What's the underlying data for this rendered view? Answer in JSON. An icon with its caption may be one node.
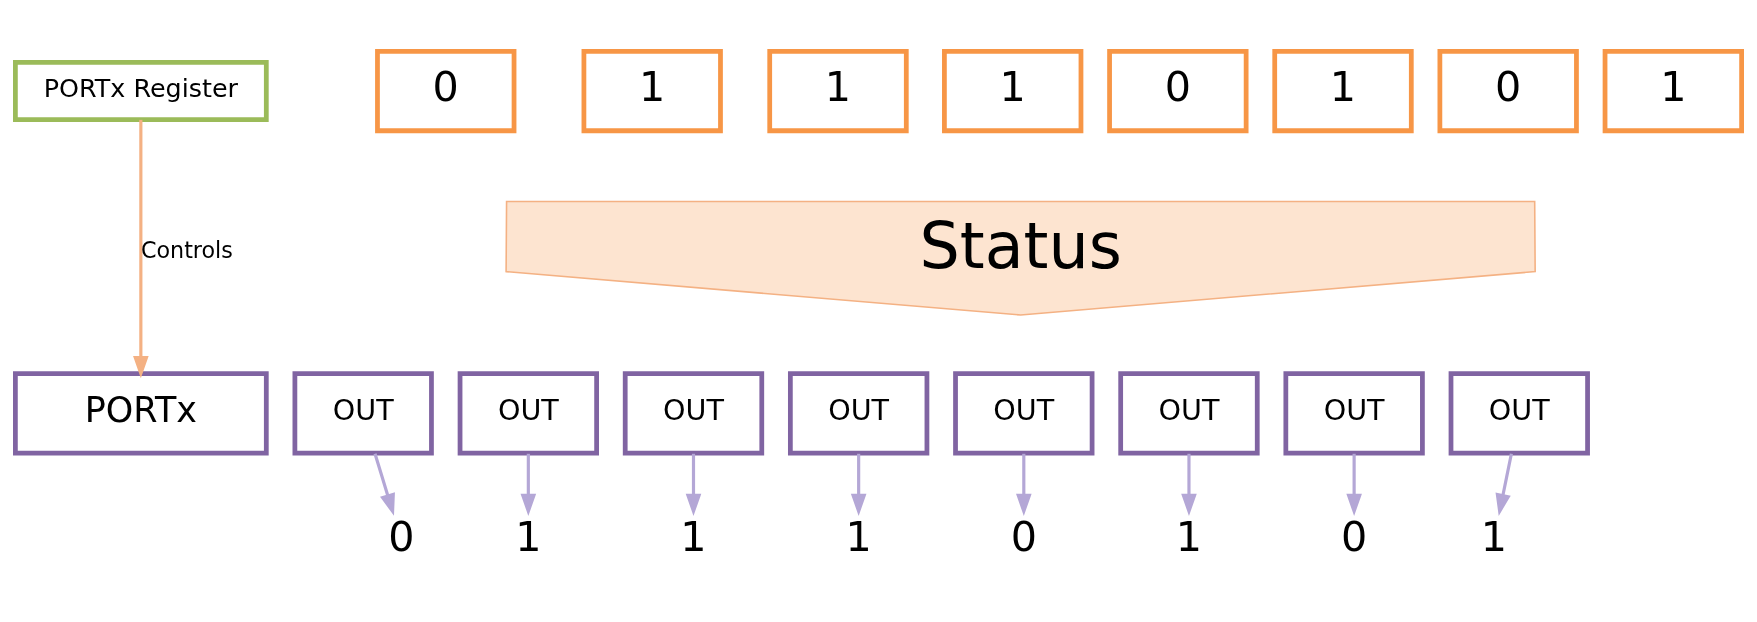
{
  "diagram": {
    "nodes": [
      {
        "text": [
          "PORTx Register"
        ]
      },
      {
        "text": [
          "0"
        ]
      },
      {
        "text": [
          "1"
        ]
      },
      {
        "text": [
          "1"
        ]
      },
      {
        "text": [
          "1"
        ]
      },
      {
        "text": [
          "0"
        ]
      },
      {
        "text": [
          "1"
        ]
      },
      {
        "text": [
          "0"
        ]
      },
      {
        "text": [
          "1"
        ]
      },
      {
        "text": [
          "Status"
        ]
      },
      {
        "text": [
          "PORTx"
        ]
      },
      {
        "text": [
          "OUT"
        ]
      },
      {
        "text": [
          "OUT"
        ]
      },
      {
        "text": [
          "OUT"
        ]
      },
      {
        "text": [
          "OUT"
        ]
      },
      {
        "text": [
          "OUT"
        ]
      },
      {
        "text": [
          "OUT"
        ]
      },
      {
        "text": [
          "OUT"
        ]
      },
      {
        "text": [
          "OUT"
        ]
      },
      {
        "text": [
          "0"
        ]
      },
      {
        "text": [
          "1"
        ]
      },
      {
        "text": [
          "1"
        ]
      },
      {
        "text": [
          "1"
        ]
      },
      {
        "text": [
          "0"
        ]
      },
      {
        "text": [
          "1"
        ]
      },
      {
        "text": [
          "0"
        ]
      },
      {
        "text": [
          "1"
        ]
      }
    ],
    "edges": [
      {
        "from": 0,
        "to": 10,
        "arrow": "to",
        "label": "Controls",
        "color": "#f4b183"
      },
      {
        "from": 11,
        "to": 19,
        "arrow": "to"
      },
      {
        "from": 12,
        "to": 20,
        "arrow": "to"
      },
      {
        "from": 13,
        "to": 21,
        "arrow": "to"
      },
      {
        "from": 14,
        "to": 22,
        "arrow": "to"
      },
      {
        "from": 15,
        "to": 23,
        "arrow": "to"
      },
      {
        "from": 16,
        "to": 24,
        "arrow": "to"
      },
      {
        "from": 17,
        "to": 25,
        "arrow": "to"
      },
      {
        "from": 18,
        "to": 26,
        "arrow": "to"
      }
    ]
  }
}
